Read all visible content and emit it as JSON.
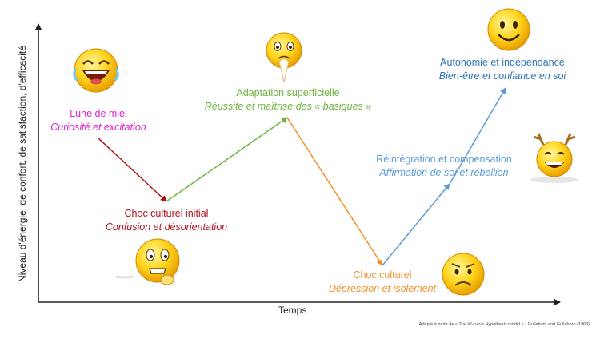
{
  "axes": {
    "y_title": "Niveau d'énergie, de confort, de satisfaction, d'efficacité",
    "x_title": "Temps"
  },
  "phases": [
    {
      "title": "Lune de miel",
      "subtitle": "Curiosité et excitation",
      "color": "#e020d0",
      "face": "laughing-emoji"
    },
    {
      "title": "Choc culturel initial",
      "subtitle": "Confusion et désorientation",
      "color": "#b0101a",
      "face": "nervous-emoji"
    },
    {
      "title": "Adaptation superficielle",
      "subtitle": "Réussite et maîtrise des « basiques »",
      "color": "#6db33f",
      "face": "praying-emoji"
    },
    {
      "title": "Choc culturel",
      "subtitle": "Dépression et isolement",
      "color": "#f0902a",
      "face": "worried-emoji"
    },
    {
      "title": "Réintégration et compensation",
      "subtitle": "Affirmation de soi et rébellion",
      "color": "#5b9bd5",
      "face": "reindeer-emoji"
    },
    {
      "title": "Autonomie et indépendance",
      "subtitle": "Bien-être et confiance en soi",
      "color": "#2e75b6",
      "face": "smiling-emoji"
    }
  ],
  "credit": "Adapté à partir de « The W-curve Hypothesis model » - Gullahorn and Gullahorn (1963)"
}
